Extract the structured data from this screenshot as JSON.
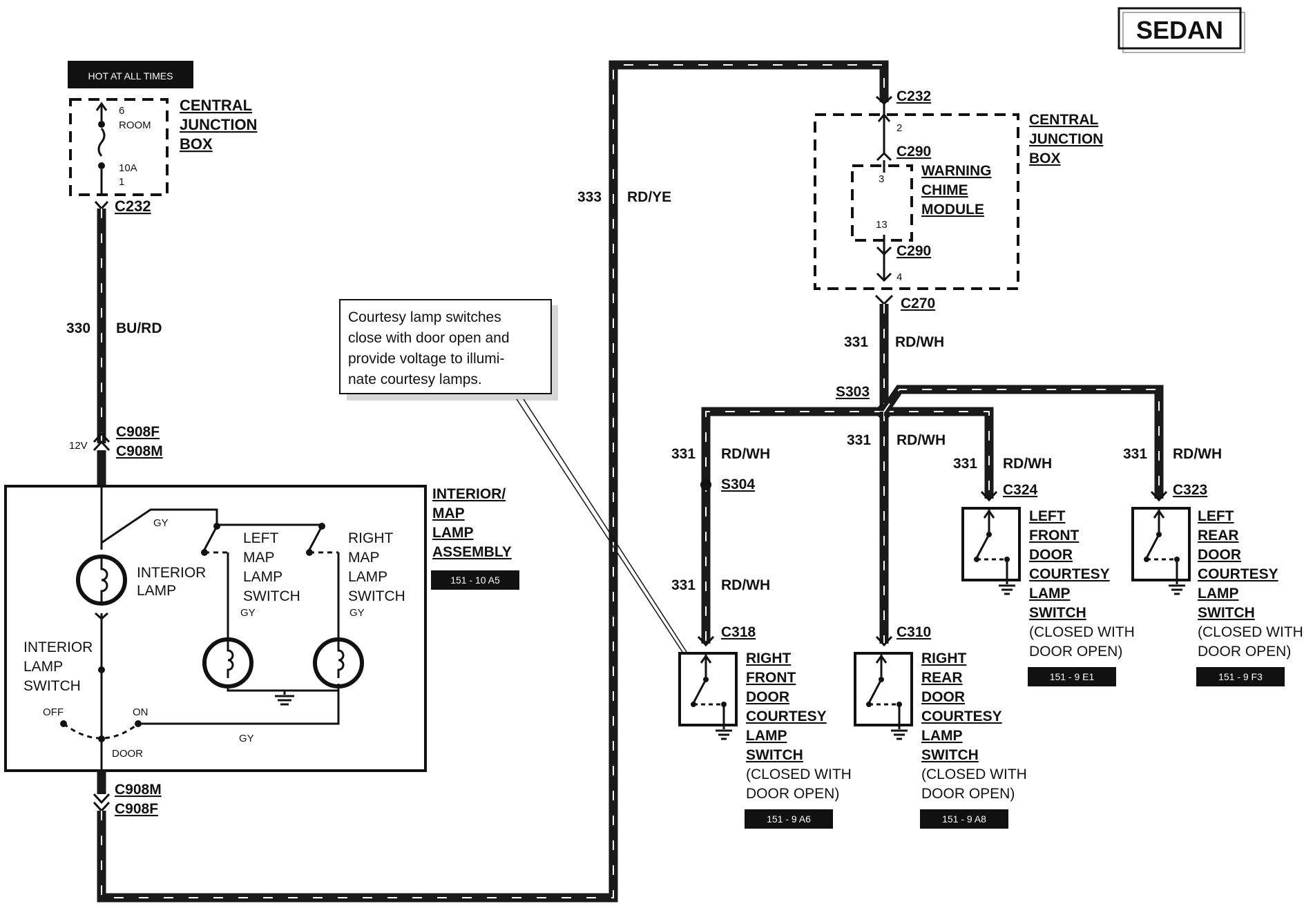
{
  "header": {
    "title": "SEDAN"
  },
  "left": {
    "hot_label": "HOT AT ALL TIMES",
    "cjb": {
      "lines": [
        "CENTRAL",
        "JUNCTION",
        "BOX"
      ],
      "pin_top": "6",
      "fuse_name": "ROOM",
      "fuse_rating": "10A",
      "pin_bottom": "1",
      "connector": "C232"
    },
    "wire": {
      "number": "330",
      "color": "BU/RD"
    },
    "voltage": "12V",
    "conn_top": [
      "C908F",
      "C908M"
    ],
    "conn_bottom": [
      "C908M",
      "C908F"
    ],
    "assembly": {
      "lines": [
        "INTERIOR/",
        "MAP",
        "LAMP",
        "ASSEMBLY"
      ],
      "ref": "151 - 10 A5"
    },
    "interior_lamp": [
      "INTERIOR",
      "LAMP"
    ],
    "left_map": [
      "LEFT",
      "MAP",
      "LAMP",
      "SWITCH"
    ],
    "right_map": [
      "RIGHT",
      "MAP",
      "LAMP",
      "SWITCH"
    ],
    "interior_switch": [
      "INTERIOR",
      "LAMP",
      "SWITCH"
    ],
    "gy": "GY",
    "off": "OFF",
    "on": "ON",
    "door": "DOOR"
  },
  "callout": {
    "lines": [
      "Courtesy lamp switches",
      "close with door open and",
      "provide voltage to illumi-",
      "nate courtesy lamps."
    ]
  },
  "wire333": {
    "number": "333",
    "color": "RD/YE"
  },
  "right": {
    "c232": "C232",
    "cjb": {
      "lines": [
        "CENTRAL",
        "JUNCTION",
        "BOX"
      ],
      "pin_top": "2",
      "pin_bottom": "4"
    },
    "c290_top": "C290",
    "c290_bottom": "C290",
    "chime": {
      "lines": [
        "WARNING",
        "CHIME",
        "MODULE"
      ],
      "pin_top": "3",
      "pin_bottom": "13"
    },
    "c270": "C270",
    "splice_main": "S303",
    "splice_sub": "S304",
    "wire_number": "331",
    "wire_color": "RD/WH",
    "switches": [
      {
        "connector": "C318",
        "lines": [
          "RIGHT",
          "FRONT",
          "DOOR",
          "COURTESY",
          "LAMP",
          "SWITCH"
        ],
        "note": [
          "(CLOSED WITH",
          "DOOR OPEN)"
        ],
        "ref": "151 - 9 A6"
      },
      {
        "connector": "C310",
        "lines": [
          "RIGHT",
          "REAR",
          "DOOR",
          "COURTESY",
          "LAMP",
          "SWITCH"
        ],
        "note": [
          "(CLOSED WITH",
          "DOOR OPEN)"
        ],
        "ref": "151 - 9 A8"
      },
      {
        "connector": "C324",
        "lines": [
          "LEFT",
          "FRONT",
          "DOOR",
          "COURTESY",
          "LAMP",
          "SWITCH"
        ],
        "note": [
          "(CLOSED WITH",
          "DOOR OPEN)"
        ],
        "ref": "151 - 9 E1"
      },
      {
        "connector": "C323",
        "lines": [
          "LEFT",
          "REAR",
          "DOOR",
          "COURTESY",
          "LAMP",
          "SWITCH"
        ],
        "note": [
          "(CLOSED WITH",
          "DOOR OPEN)"
        ],
        "ref": "151 - 9 F3"
      }
    ]
  }
}
